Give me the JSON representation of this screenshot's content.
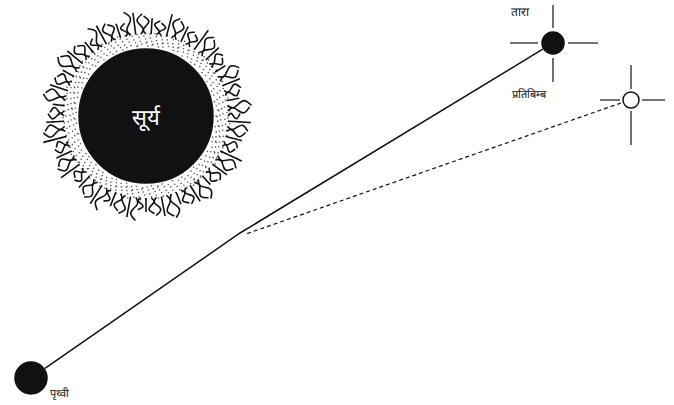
{
  "diagram": {
    "nodes": [
      {
        "text": [
          "तारा"
        ]
      },
      {
        "text": [
          "प्रतिबिम्ब"
        ]
      },
      {
        "text": [
          "सूर्य"
        ]
      },
      {
        "text": [
          "पृथ्वी"
        ]
      }
    ],
    "edges": [
      {
        "from": 0,
        "to": 3,
        "arrow": "none"
      }
    ]
  }
}
